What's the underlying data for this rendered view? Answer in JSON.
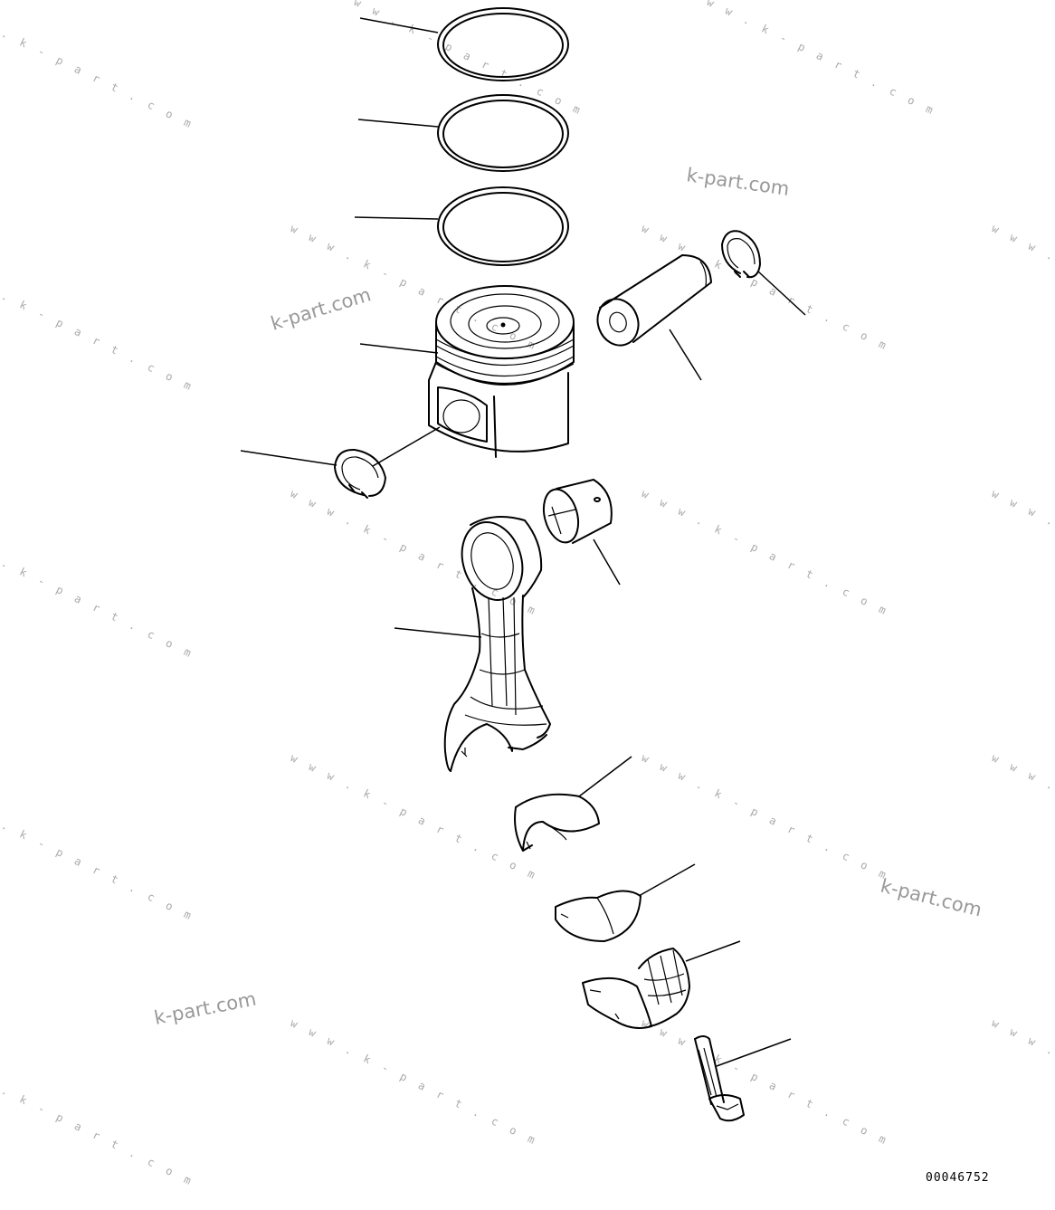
{
  "diagram": {
    "drawing_number": "00046752",
    "watermark_text": "k-part.com",
    "watermark_url_text": "w w w . k - p a r t . c o m",
    "parts": [
      "piston-ring-top",
      "piston-ring-second",
      "piston-ring-oil",
      "piston",
      "piston-pin",
      "snap-ring-right",
      "snap-ring-left",
      "small-end-bushing",
      "connecting-rod",
      "upper-bearing-shell",
      "lower-bearing-shell",
      "connecting-rod-cap",
      "cap-bolt"
    ]
  }
}
